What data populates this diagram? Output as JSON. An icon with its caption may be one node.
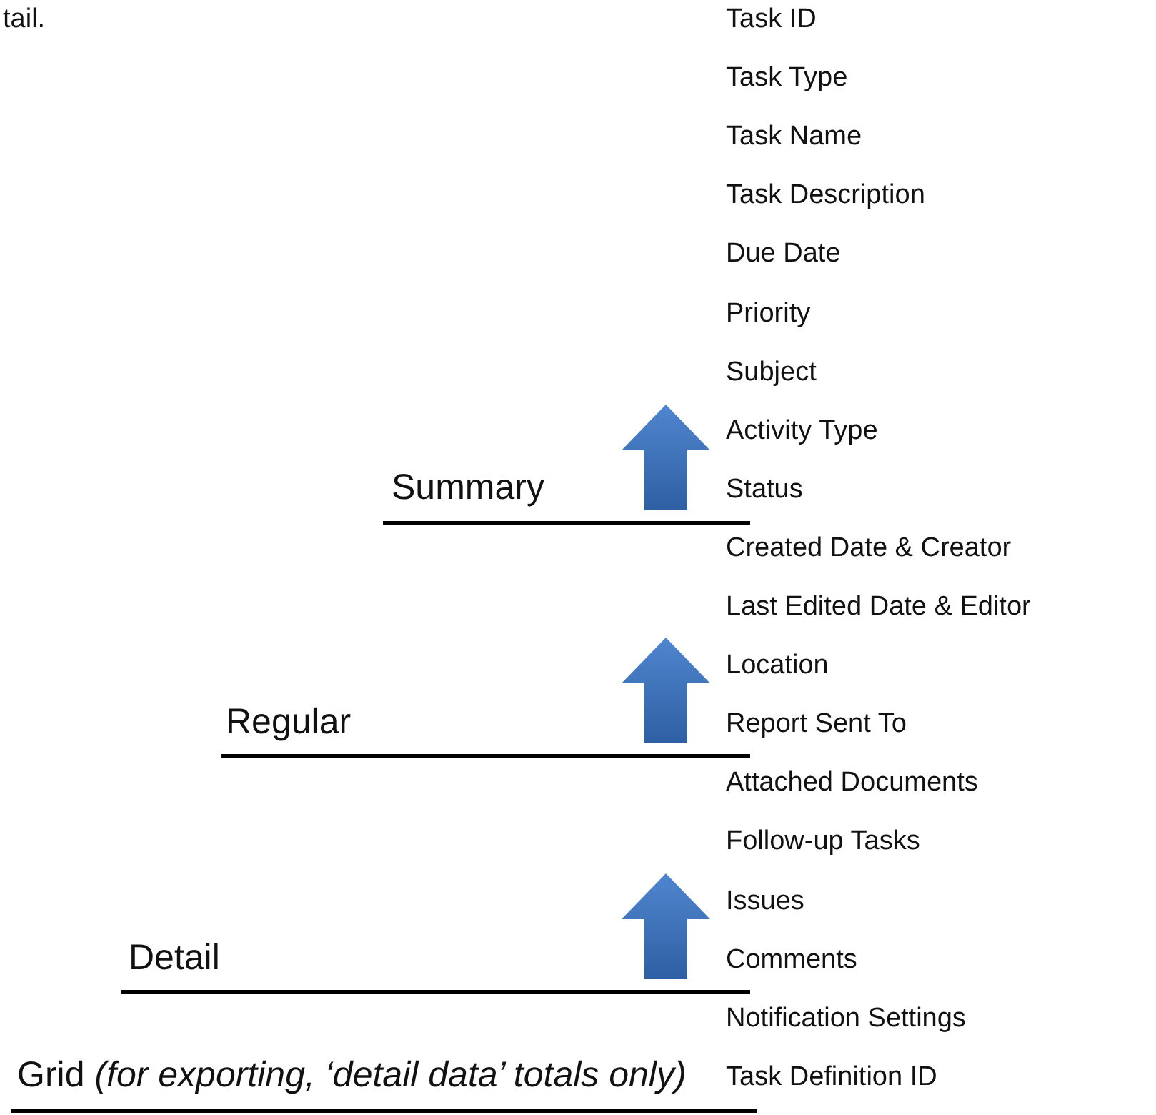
{
  "diagram": {
    "labels": [
      "tail.",
      "Task ID",
      "Task Type",
      "Task Name",
      "Task Description",
      "Due Date",
      "Priority",
      "Subject",
      "Activity Type",
      "Summary",
      "Status",
      "Created Date & Creator",
      "Last Edited Date & Editor",
      "Location",
      "Regular",
      "Report Sent To",
      "Attached Documents",
      "Follow-up Tasks",
      "Issues",
      "Detail",
      "Comments",
      "Notification Settings",
      "Grid *(for exporting, ‘detail data’ totals only)*",
      "Task Definition ID"
    ]
  }
}
